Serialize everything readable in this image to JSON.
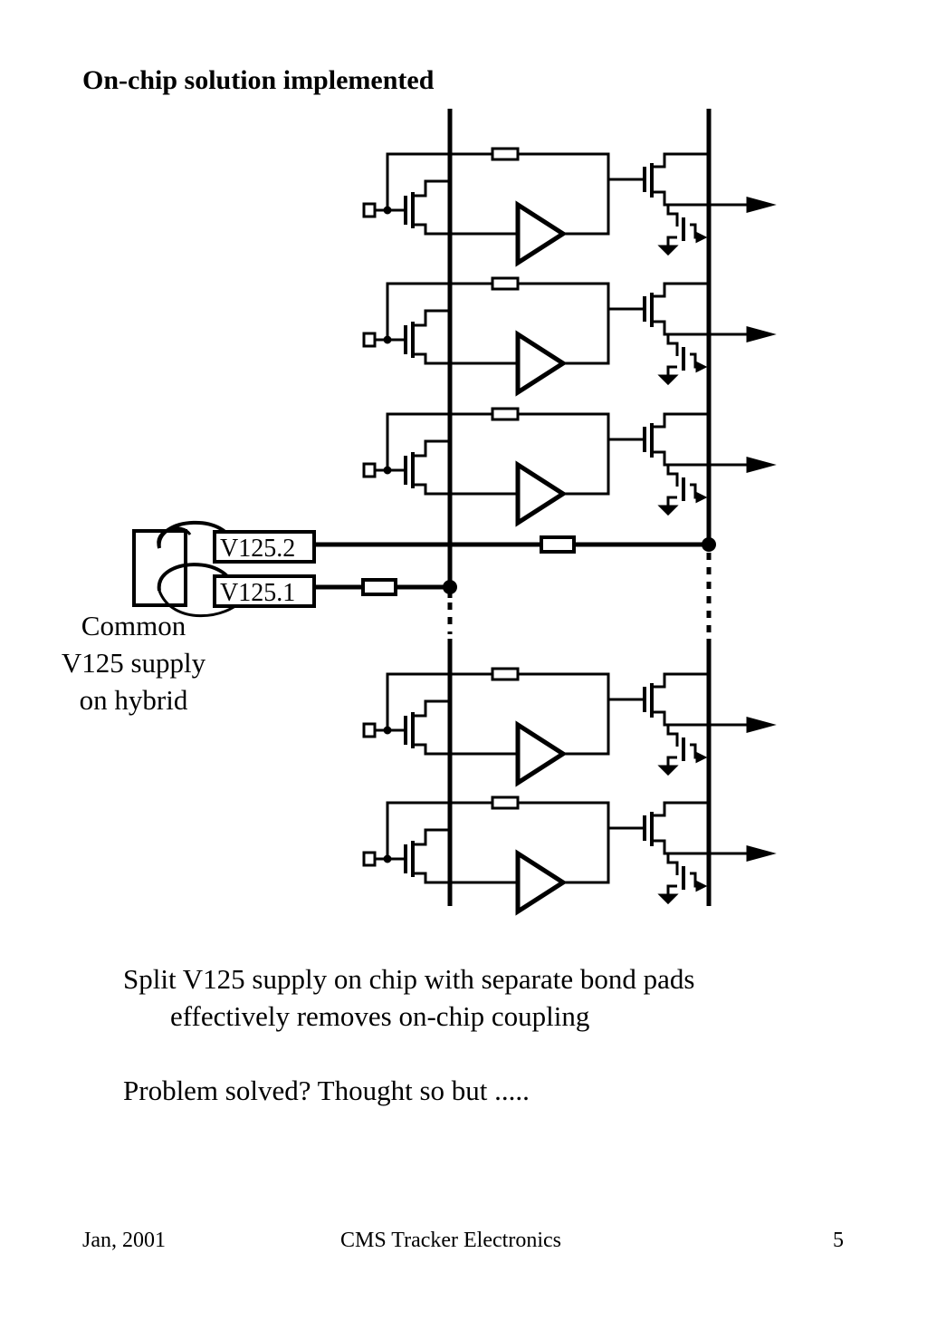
{
  "title": "On-chip solution implemented",
  "diagram": {
    "labels": {
      "v125_2": "V125.2",
      "v125_1": "V125.1"
    },
    "side_note": [
      "Common",
      "V125 supply",
      "on hybrid"
    ]
  },
  "body": {
    "line1": "Split V125 supply on chip with separate bond pads",
    "line2": "effectively removes on-chip coupling",
    "line3": "Problem solved? Thought so but ....."
  },
  "footer": {
    "date": "Jan, 2001",
    "center": "CMS Tracker Electronics",
    "page": "5"
  }
}
